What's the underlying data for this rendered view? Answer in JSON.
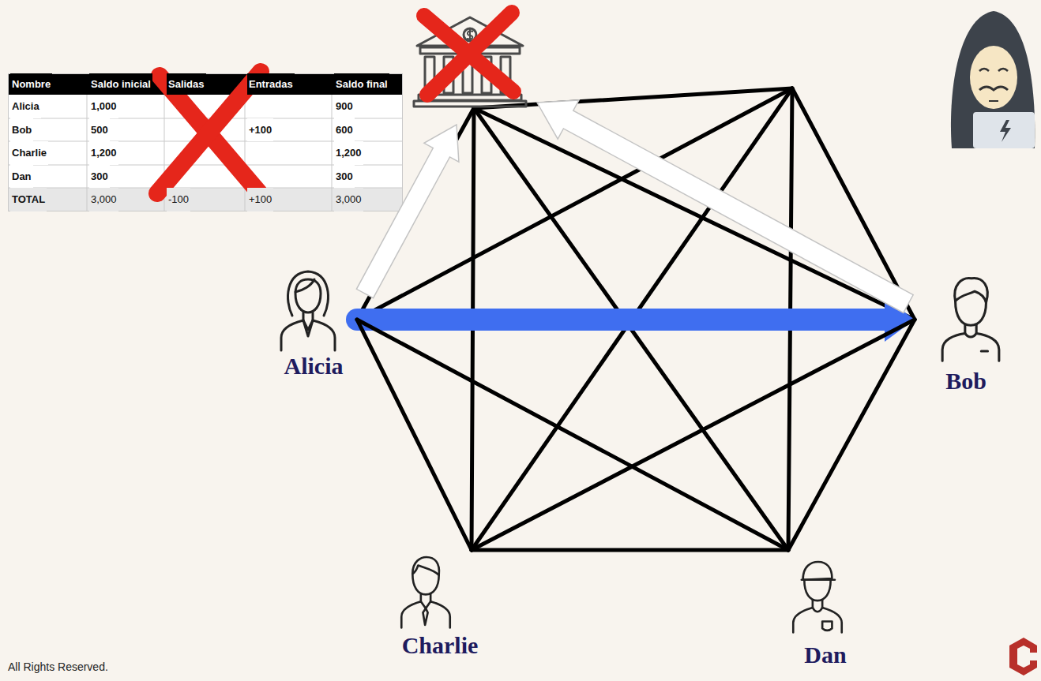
{
  "diagram": {
    "nodes": [
      {
        "text": [
          "Alicia"
        ]
      },
      {
        "text": [
          "Bob"
        ]
      },
      {
        "text": [
          "Charlie"
        ]
      },
      {
        "text": [
          "Dan"
        ]
      }
    ],
    "edges": [
      {
        "from": 0,
        "to": 1,
        "arrow": "to"
      },
      {
        "from": 0,
        "to": 2,
        "arrow": "none"
      },
      {
        "from": 0,
        "to": 3,
        "arrow": "none"
      },
      {
        "from": 1,
        "to": 2,
        "arrow": "none"
      },
      {
        "from": 1,
        "to": 3,
        "arrow": "none"
      },
      {
        "from": 2,
        "to": 3,
        "arrow": "none"
      }
    ],
    "labels": [
      "Nombre",
      "Saldo inicial",
      "Salidas",
      "Entradas",
      "Saldo final",
      "Alicia",
      "1,000",
      "900",
      "Bob",
      "500",
      "+100",
      "600",
      "Charlie",
      "1,200",
      "1,200",
      "Dan",
      "300",
      "300",
      "TOTAL",
      "3,000",
      "-100",
      "+100",
      "3,000",
      "All Rights Reserved."
    ]
  }
}
